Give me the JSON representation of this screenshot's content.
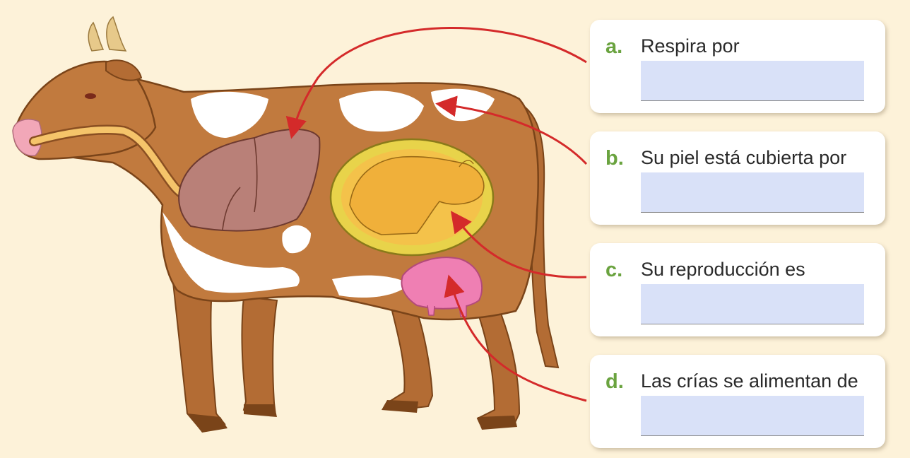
{
  "colors": {
    "background": "#fdf2d9",
    "cow_brown": "#c17a3e",
    "cow_outline": "#8a4f22",
    "white_patch": "#ffffff",
    "lung": "#b98078",
    "fetus": "#f0b03a",
    "womb": "#e8d34a",
    "udder": "#ef7fb3",
    "arrow": "#d42a2a",
    "letter": "#6aa33f",
    "blank_fill": "#d9e1f8"
  },
  "figure": {
    "icon": "cow-illustration",
    "labels": [
      {
        "letter": "a.",
        "prompt": "Respira por",
        "answer": "",
        "points_to": "lungs"
      },
      {
        "letter": "b.",
        "prompt": "Su piel está cubierta por",
        "answer": "",
        "points_to": "skin"
      },
      {
        "letter": "c.",
        "prompt": "Su reproducción es",
        "answer": "",
        "points_to": "womb"
      },
      {
        "letter": "d.",
        "prompt": "Las crías se alimentan de",
        "answer": "",
        "points_to": "udder"
      }
    ]
  }
}
